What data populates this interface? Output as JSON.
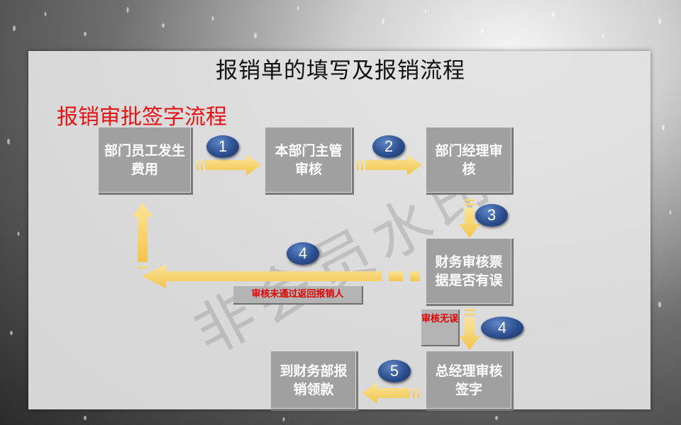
{
  "title": "报销单的填写及报销流程",
  "subtitle": "报销审批签字流程",
  "watermark": "非会员水印",
  "nodes": {
    "employee": "部门员工发生费用",
    "supervisor": "本部门主管审核",
    "manager": "部门经理审核",
    "finance_check": "财务审核票据是否有误",
    "gm_sign": "总经理审核签字",
    "finance_claim": "到财务部报销领款"
  },
  "steps": [
    "1",
    "2",
    "3",
    "4",
    "4",
    "5"
  ],
  "labels": {
    "reject_return": "审核未通过返回报销人",
    "no_error": "审核无误"
  },
  "colors": {
    "arrow": "#f7d36a",
    "subtitle": "#e41414",
    "badge": "#2c4f8e",
    "box": "#a0a0a0"
  }
}
